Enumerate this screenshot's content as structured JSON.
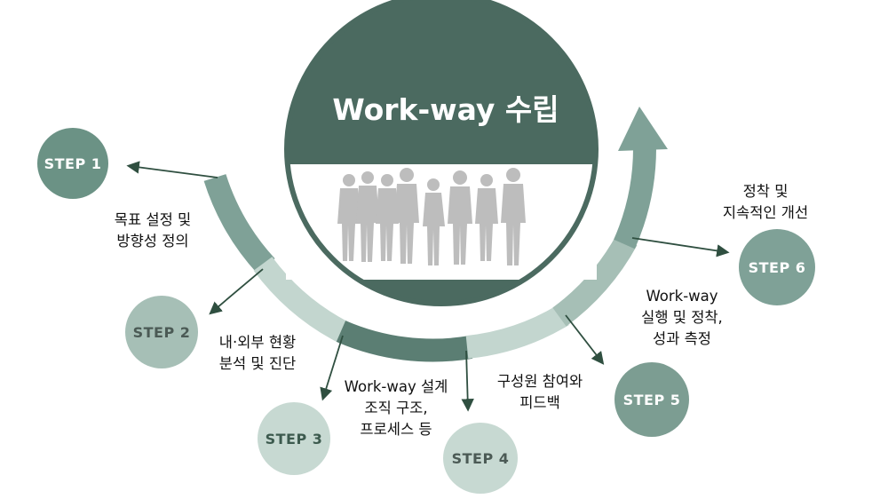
{
  "title": "Work-way 수립",
  "colors": {
    "main_circle": "#4b6a60",
    "ring_dark": "#5b7e73",
    "ring_mid": "#7fa197",
    "ring_light": "#c3d6cf",
    "arrow_line": "#2f4f40",
    "people": "#bdbdbd"
  },
  "steps": [
    {
      "label": "STEP 1",
      "desc": [
        "목표 설정 및",
        "방향성 정의"
      ],
      "fill": "#6b9285",
      "text_color": "#ffffff"
    },
    {
      "label": "STEP 2",
      "desc": [
        "내·외부 현황",
        "분석 및 진단"
      ],
      "fill": "#a6bfb6",
      "text_color": "#4b5a55"
    },
    {
      "label": "STEP 3",
      "desc": [
        "Work-way 설계",
        "조직 구조,",
        "프로세스 등"
      ],
      "fill": "#c7d9d2",
      "text_color": "#3c5a4e"
    },
    {
      "label": "STEP 4",
      "desc": [
        "구성원 참여와",
        "피드백"
      ],
      "fill": "#c7d9d2",
      "text_color": "#4b5a55"
    },
    {
      "label": "STEP 5",
      "desc": [
        "Work-way",
        "실행 및 정착,",
        "성과 측정"
      ],
      "fill": "#7c9d92",
      "text_color": "#ffffff"
    },
    {
      "label": "STEP 6",
      "desc": [
        "정착 및",
        "지속적인 개선"
      ],
      "fill": "#7fa197",
      "text_color": "#ffffff"
    }
  ]
}
